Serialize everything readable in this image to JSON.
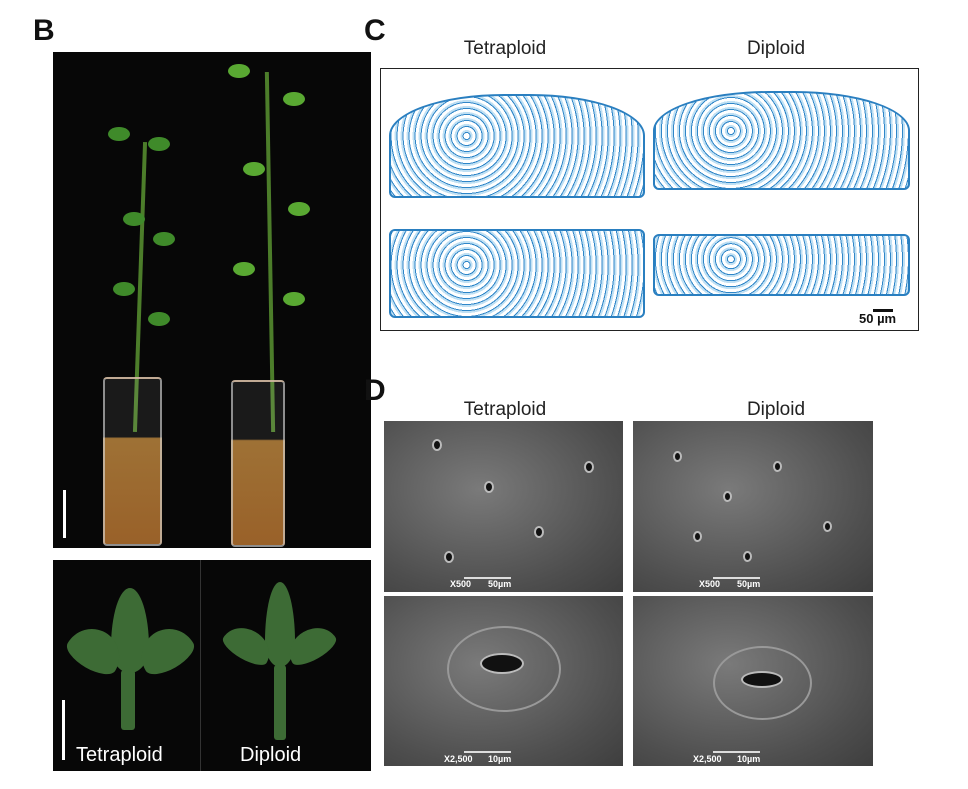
{
  "panels": {
    "B": {
      "label": "B",
      "leaf_labels": [
        "Tetraploid",
        "Diploid"
      ]
    },
    "C": {
      "label": "C",
      "titles": [
        "Tetraploid",
        "Diploid"
      ],
      "scale": "50 µm"
    },
    "D": {
      "label": "D",
      "titles": [
        "Tetraploid",
        "Diploid"
      ],
      "top_mag": "X500",
      "top_scale": "50µm",
      "bottom_mag": "X2,500",
      "bottom_scale": "10µm"
    }
  }
}
